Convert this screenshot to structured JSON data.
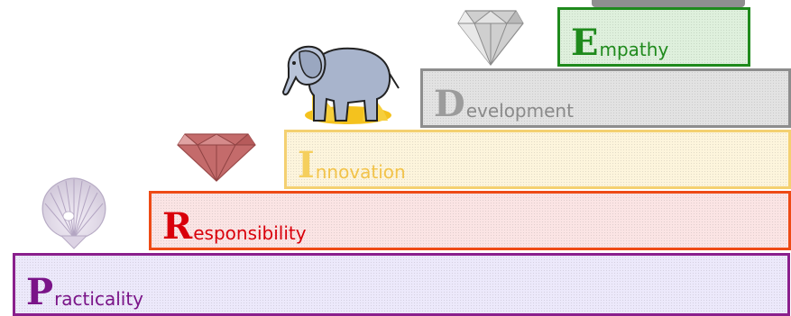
{
  "steps": [
    {
      "id": "practicality",
      "cap": "P",
      "rest": "racticality",
      "border": "#8a1f8c",
      "fill": "#ece9fb"
    },
    {
      "id": "responsibility",
      "cap": "R",
      "rest": "esponsibility",
      "border": "#ee4a15",
      "fill": "#fbe4e4"
    },
    {
      "id": "innovation",
      "cap": "I",
      "rest": "nnovation",
      "border": "#f4d070",
      "fill": "#fdf5dc"
    },
    {
      "id": "development",
      "cap": "D",
      "rest": "evelopment",
      "border": "#8d8d8d",
      "fill": "#e2e2e2"
    },
    {
      "id": "empathy",
      "cap": "E",
      "rest": "mpathy",
      "border": "#1f8a1c",
      "fill": "#dff0dd"
    }
  ],
  "illustrations": {
    "shell": "seashell-icon",
    "ruby": "ruby-diamond-icon",
    "elephant": "elephant-icon",
    "diamond": "silver-diamond-icon"
  }
}
